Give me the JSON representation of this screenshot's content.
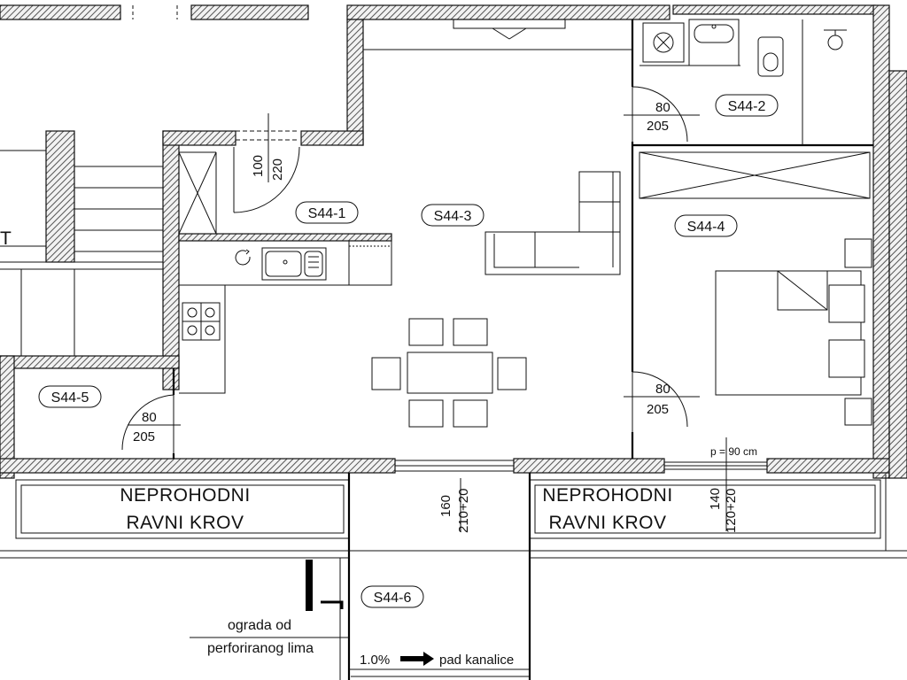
{
  "rooms": {
    "s1": "S44-1",
    "s2": "S44-2",
    "s3": "S44-3",
    "s4": "S44-4",
    "s5": "S44-5",
    "s6": "S44-6"
  },
  "dimensions": {
    "bath_door_w": "80",
    "bath_door_h": "205",
    "entry_door_w": "100",
    "entry_door_h": "220",
    "bed_door_w": "80",
    "bed_door_h": "205",
    "s5_door_w": "80",
    "s5_door_h": "205",
    "balcony_door_w": "160",
    "balcony_door_h": "210+20",
    "window_w": "140",
    "window_h": "120+20",
    "parapet": "p = 90 cm"
  },
  "roof": {
    "left_line1": "NEPROHODNI",
    "left_line2": "RAVNI KROV",
    "right_line1": "NEPROHODNI",
    "right_line2": "RAVNI KROV"
  },
  "notes": {
    "fence_line1": "ograda od",
    "fence_line2": "perforiranog lima",
    "slope": "1.0%",
    "drain": "pad kanalice"
  },
  "partial_label": "T"
}
